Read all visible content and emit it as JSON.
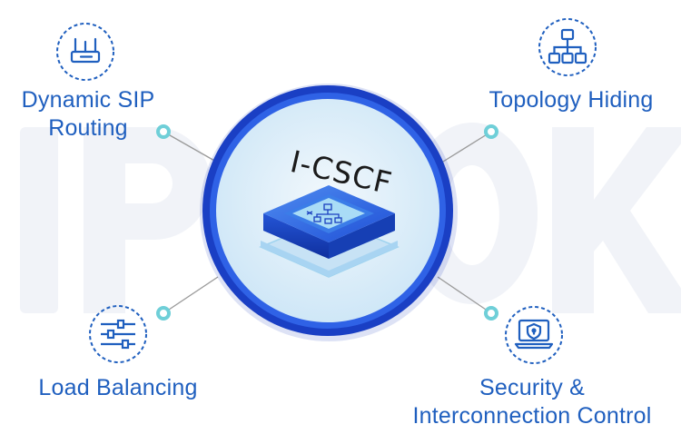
{
  "center": {
    "title": "I-CSCF"
  },
  "features": [
    {
      "id": "dynamic-sip-routing",
      "lines": [
        "Dynamic SIP",
        "Routing"
      ],
      "icon": "router-icon"
    },
    {
      "id": "topology-hiding",
      "lines": [
        "Topology Hiding"
      ],
      "icon": "hierarchy-icon"
    },
    {
      "id": "load-balancing",
      "lines": [
        "Load Balancing"
      ],
      "icon": "sliders-icon"
    },
    {
      "id": "security-interconnection",
      "lines": [
        "Security &",
        "Interconnection Control"
      ],
      "icon": "shield-laptop-icon"
    }
  ],
  "colors": {
    "accent": "#1f5fbf",
    "node": "#6fcfd8",
    "ring": "#1b3fbf",
    "watermark": "#f1f3f8"
  }
}
